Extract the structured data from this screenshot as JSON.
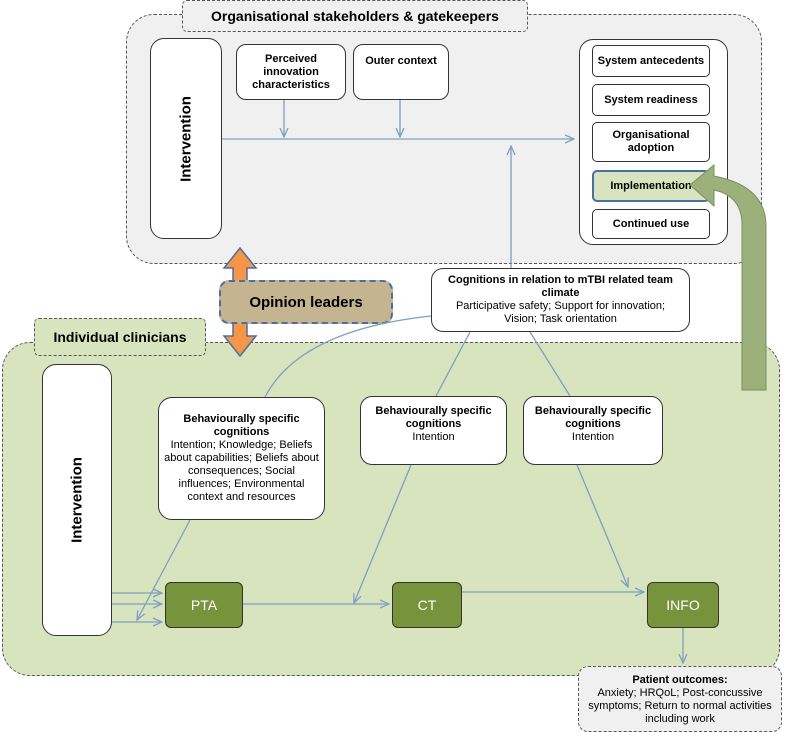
{
  "org": {
    "title": "Organisational stakeholders & gatekeepers",
    "intervention": "Intervention",
    "perceived": "Perceived innovation characteristics",
    "outer_context": "Outer  context",
    "stages": [
      "System antecedents",
      "System readiness",
      "Organisational adoption",
      "Implementation",
      "Continued use"
    ]
  },
  "opinion_leaders": "Opinion leaders",
  "team_climate": {
    "title": "Cognitions in relation to mTBI related team climate",
    "body": "Participative safety; Support for innovation; Vision;  Task orientation"
  },
  "individual": {
    "title": "Individual clinicians",
    "intervention": "Intervention",
    "cog1": {
      "title": "Behaviourally specific cognitions",
      "body": "Intention; Knowledge; Beliefs about capabilities; Beliefs about consequences; Social influences; Environmental context and resources"
    },
    "cog2": {
      "title": "Behaviourally specific cognitions",
      "body": "Intention"
    },
    "cog3": {
      "title": "Behaviourally specific cognitions",
      "body": "Intention"
    },
    "pta": "PTA",
    "ct": "CT",
    "info": "INFO"
  },
  "patient_outcomes": {
    "title": "Patient outcomes:",
    "body": "Anxiety; HRQoL; Post-concussive symptoms; Return to normal activities including work"
  },
  "colors": {
    "org_bg": "#f0f0f0",
    "individual_bg": "#d7e4bd",
    "green_box": "#77933c",
    "arrow": "#7f9fc4",
    "opinion_leaders_fill": "#c4b48f",
    "orange_arrow": "#f79646",
    "big_arrow": "#9bb07a"
  }
}
